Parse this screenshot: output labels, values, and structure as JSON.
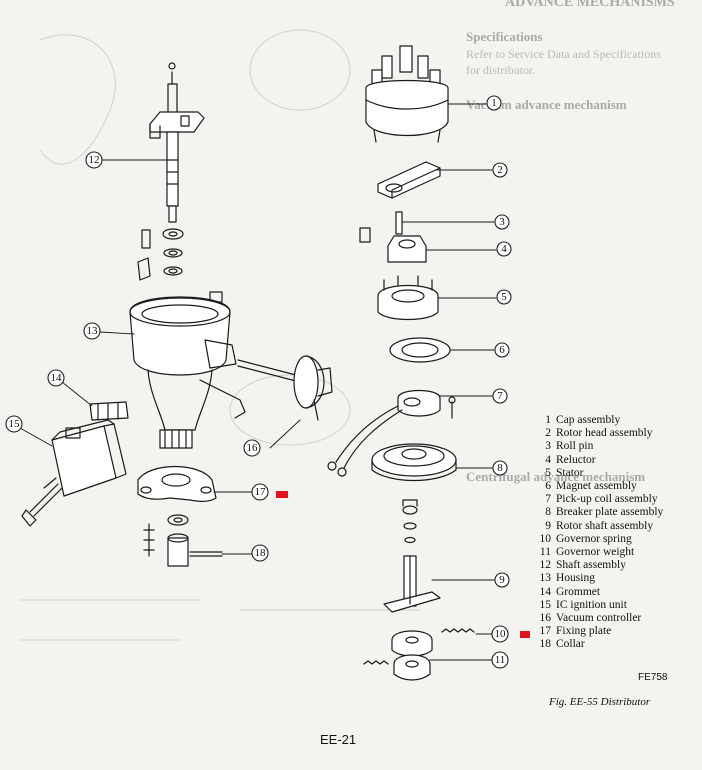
{
  "page": {
    "number": "EE-21",
    "figure_code": "FE758",
    "figure_caption": "Fig. EE-55 Distributor"
  },
  "legend": [
    {
      "num": "1",
      "label": "Cap assembly"
    },
    {
      "num": "2",
      "label": "Rotor head assembly"
    },
    {
      "num": "3",
      "label": "Roll pin"
    },
    {
      "num": "4",
      "label": "Reluctor"
    },
    {
      "num": "5",
      "label": "Stator"
    },
    {
      "num": "6",
      "label": "Magnet assembly"
    },
    {
      "num": "7",
      "label": "Pick-up coil assembly"
    },
    {
      "num": "8",
      "label": "Breaker plate assembly"
    },
    {
      "num": "9",
      "label": "Rotor shaft assembly"
    },
    {
      "num": "10",
      "label": "Governor spring"
    },
    {
      "num": "11",
      "label": "Governor weight"
    },
    {
      "num": "12",
      "label": "Shaft assembly"
    },
    {
      "num": "13",
      "label": "Housing"
    },
    {
      "num": "14",
      "label": "Grommet"
    },
    {
      "num": "15",
      "label": "IC ignition unit"
    },
    {
      "num": "16",
      "label": "Vacuum controller"
    },
    {
      "num": "17",
      "label": "Fixing plate"
    },
    {
      "num": "18",
      "label": "Collar"
    }
  ],
  "callouts": [
    "1",
    "2",
    "3",
    "4",
    "5",
    "6",
    "7",
    "8",
    "9",
    "10",
    "11",
    "12",
    "13",
    "14",
    "15",
    "16",
    "17",
    "18"
  ],
  "highlight_color": "#e0141e",
  "bleed_through": {
    "heading_1": "ADVANCE MECHANISMS",
    "heading_2": "Specifications",
    "para_1": "Refer to Service Data and Specifications for distributor.",
    "heading_3": "Vacuum advance mechanism",
    "heading_4": "Centrifugal advance mechanism"
  }
}
